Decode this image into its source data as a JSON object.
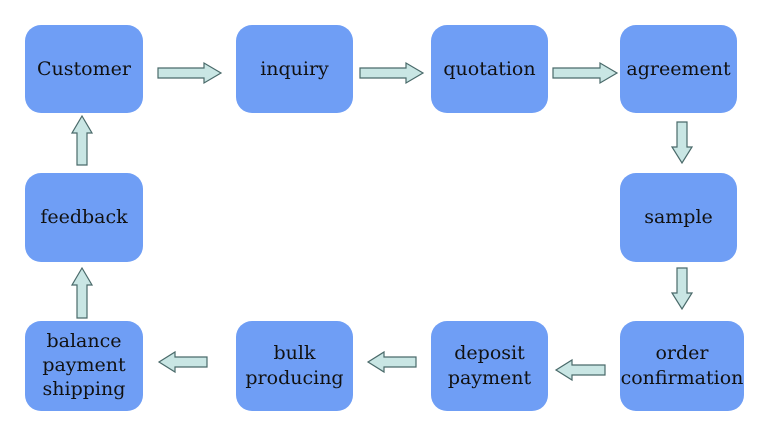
{
  "diagram": {
    "nodes": [
      {
        "id": "customer",
        "label": "Customer"
      },
      {
        "id": "inquiry",
        "label": "inquiry"
      },
      {
        "id": "quotation",
        "label": "quotation"
      },
      {
        "id": "agreement",
        "label": "agreement"
      },
      {
        "id": "sample",
        "label": "sample"
      },
      {
        "id": "order-confirmation",
        "label": "order\nconfirmation"
      },
      {
        "id": "deposit-payment",
        "label": "deposit\npayment"
      },
      {
        "id": "bulk-producing",
        "label": "bulk\nproducing"
      },
      {
        "id": "balance-payment-shipping",
        "label": "balance\npayment\nshipping"
      },
      {
        "id": "feedback",
        "label": "feedback"
      }
    ],
    "edges": [
      {
        "from": "customer",
        "to": "inquiry"
      },
      {
        "from": "inquiry",
        "to": "quotation"
      },
      {
        "from": "quotation",
        "to": "agreement"
      },
      {
        "from": "agreement",
        "to": "sample"
      },
      {
        "from": "sample",
        "to": "order-confirmation"
      },
      {
        "from": "order-confirmation",
        "to": "deposit-payment"
      },
      {
        "from": "deposit-payment",
        "to": "bulk-producing"
      },
      {
        "from": "bulk-producing",
        "to": "balance-payment-shipping"
      },
      {
        "from": "balance-payment-shipping",
        "to": "feedback"
      },
      {
        "from": "feedback",
        "to": "customer"
      }
    ],
    "colors": {
      "node_fill": "#6f9ef5",
      "arrow_fill": "#c9e6e4",
      "arrow_stroke": "#4a6a6a",
      "text": "#111111"
    }
  }
}
